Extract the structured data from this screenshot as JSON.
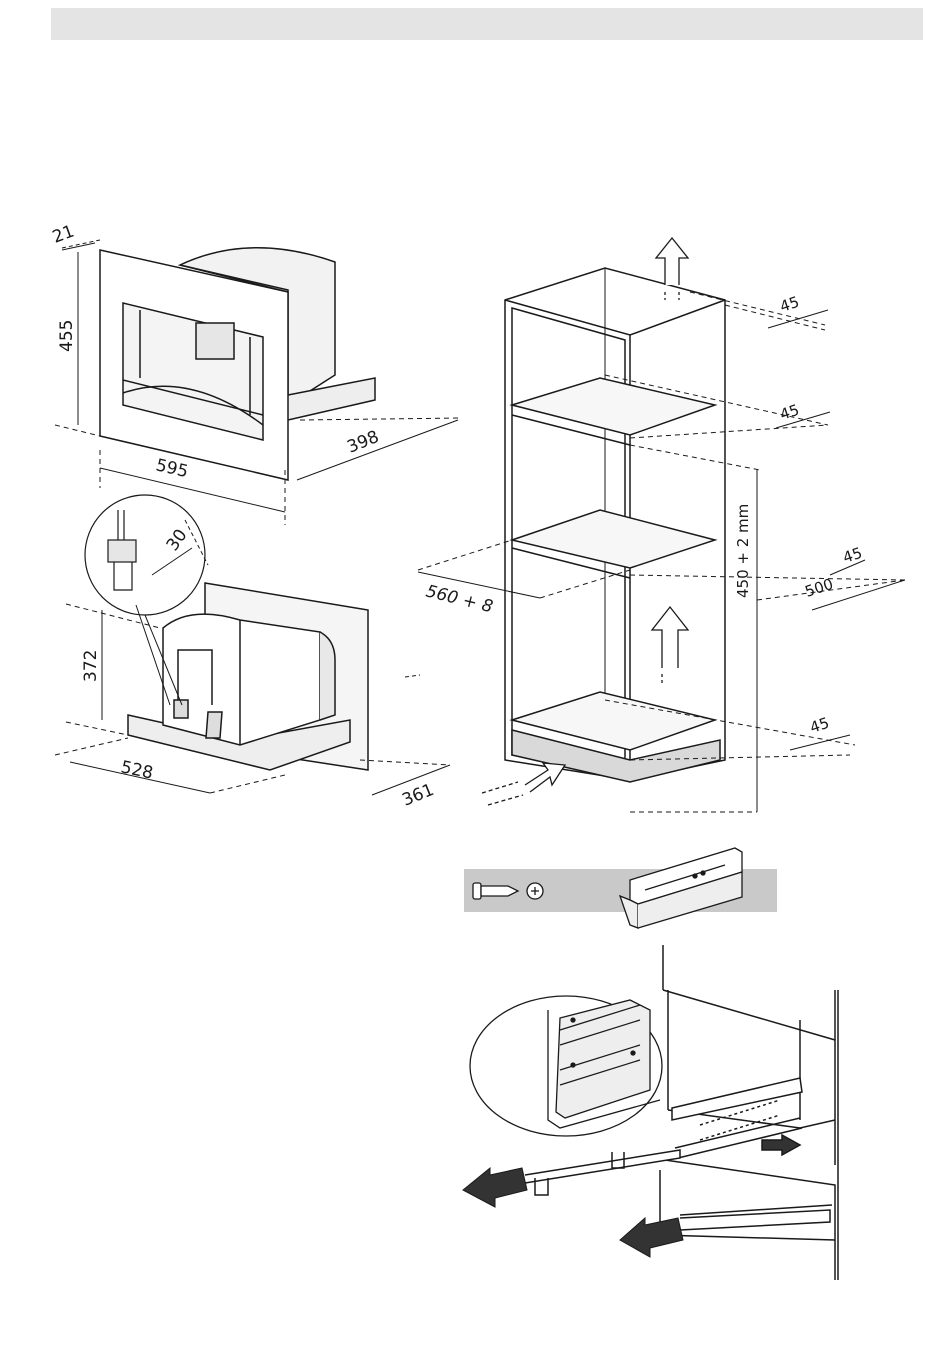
{
  "header": {
    "bar_color": "#e4e4e4"
  },
  "machine_front": {
    "depth_label": "21",
    "height_label": "455",
    "width_label": "595",
    "body_depth_label": "398"
  },
  "machine_rear": {
    "plug_offset_label": "30",
    "height_label": "372",
    "width_label": "528",
    "depth_label": "361"
  },
  "cabinet": {
    "top_vent_label": "45",
    "shelf_vent_label": "45",
    "mid_vent_label": "45",
    "bottom_vent_label": "45",
    "niche_height_label": "450 + 2 mm",
    "niche_width_label": "560 + 8",
    "niche_depth_label": "500"
  },
  "fixings": {
    "panel_color": "#c9c9c9"
  },
  "colors": {
    "line": "#1a1a1a",
    "shade": "#d9d9d9",
    "arrow_fill": "#333333"
  }
}
